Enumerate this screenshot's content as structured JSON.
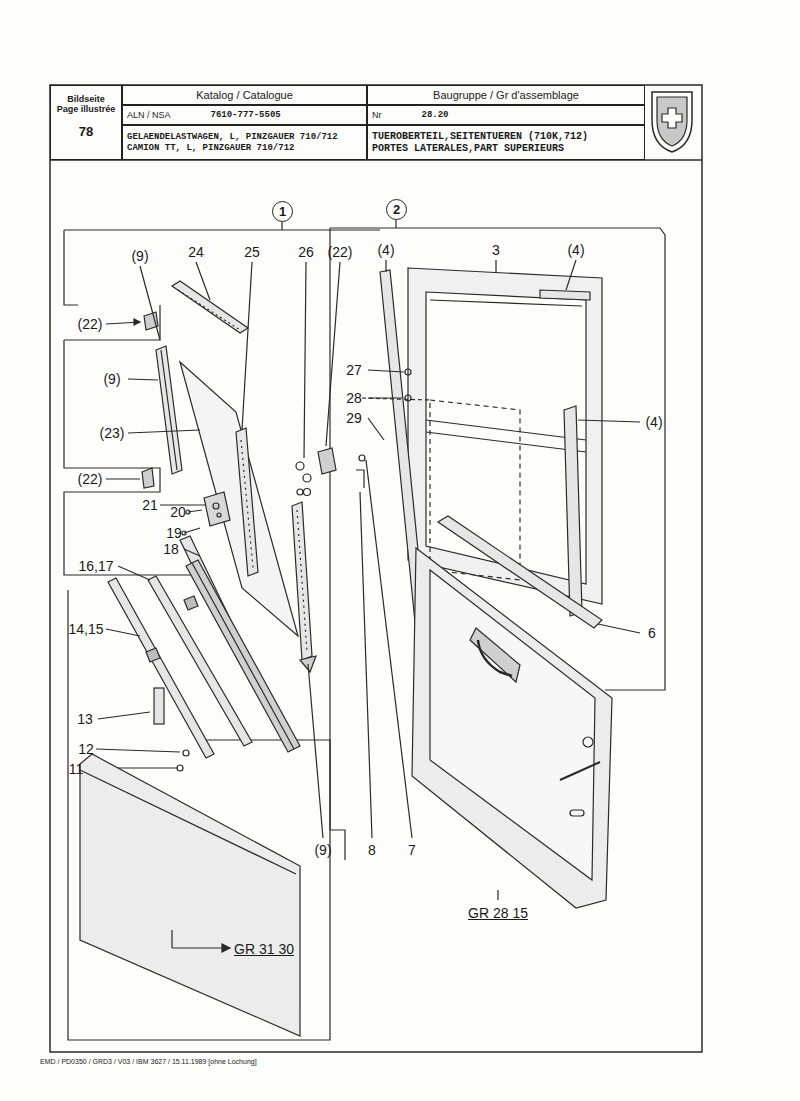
{
  "diagram": {
    "nodes": [
      {
        "text": [
          "Bildseite Page illustrée",
          "78"
        ]
      },
      {
        "text": [
          "Katalog / Catalogue"
        ]
      },
      {
        "text": [
          "ALN / NSA",
          "7610-777-5505"
        ]
      },
      {
        "text": [
          "GELAENDELASTWAGEN, L, PINZGAUER 710/712",
          "CAMION TT, L, PINZGAUER 710/712"
        ]
      },
      {
        "text": [
          "Baugruppe / Gr d'assemblage"
        ]
      },
      {
        "text": [
          "Nr",
          "28.20"
        ]
      },
      {
        "text": [
          "TUEROBERTEIL,SEITENTUEREN (710K,712)",
          "PORTES LATERALES,PART SUPERIEURS"
        ]
      },
      {
        "text": [
          "1"
        ]
      },
      {
        "text": [
          "2"
        ]
      }
    ],
    "labels": [
      "(9)",
      "24",
      "25",
      "26",
      "(22)",
      "(4)",
      "3",
      "(4)",
      "(22)",
      "(9)",
      "(23)",
      "(22)",
      "27",
      "28",
      "29",
      "(4)",
      "21",
      "20",
      "19",
      "18",
      "16,17",
      "14,15",
      "13",
      "12",
      "11",
      "6",
      "(9)",
      "8",
      "7",
      "GR 31 30",
      "GR 28 15",
      "EMD / PD0350 / GRD3 / V03 / IBM 3627 / 15.11.1989 [ohne Lochung]"
    ]
  }
}
